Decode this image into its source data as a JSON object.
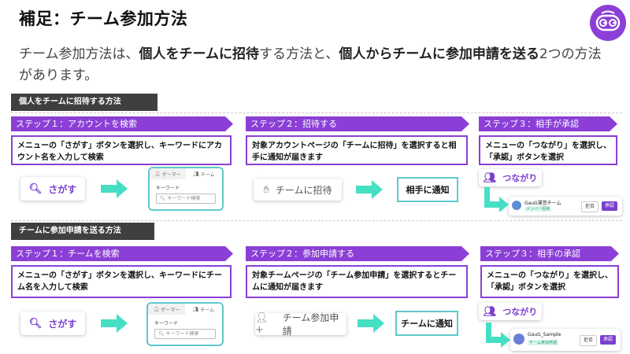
{
  "title": "補足：チーム参加方法",
  "intro": {
    "p1": "チーム参加方法は、",
    "b1": "個人をチームに招待",
    "p2": "する方法と、",
    "b2": "個人からチームに参加申請を送る",
    "p3": "2つの方法があります。"
  },
  "colors": {
    "purple": "#8b3fd6",
    "teal": "#5ec8cc",
    "arrow": "#45dfc4"
  },
  "section1": {
    "label": "個人をチームに招待する方法",
    "step1": {
      "header": "ステップ１：アカウントを検索",
      "desc": "メニューの「さがす」ボタンを選択し、キーワードにアカウント名を入力して検索",
      "button": "さがす",
      "button_icon": "search-icon",
      "mock": {
        "tab1": "ゲーマー",
        "tab2": "チーム",
        "label": "キーワード",
        "placeholder": "キーワード検索"
      }
    },
    "step2": {
      "header": "ステップ２：招待する",
      "desc": "対象アカウントページの「チームに招待」を選択すると相手に通知が届きます",
      "button": "チームに招待",
      "button_icon": "hand-icon",
      "result": "相手に通知"
    },
    "step3": {
      "header": "ステップ３：相手が承認",
      "desc": "メニューの「つながり」を選択し、「承認」ボタンを選択",
      "button": "つながり",
      "button_icon": "people-icon",
      "card": {
        "name": "GauG運営チーム",
        "tag": "メンバー招待",
        "btn1": "拒否",
        "btn2": "承認"
      }
    }
  },
  "section2": {
    "label": "チームに参加申請を送る方法",
    "step1": {
      "header": "ステップ１：チームを検索",
      "desc": "メニューの「さがす」ボタンを選択し、キーワードにチーム名を入力して検索",
      "button": "さがす",
      "button_icon": "search-icon",
      "mock": {
        "tab1": "ゲーマー",
        "tab2": "チーム",
        "label": "キーワード",
        "placeholder": "キーワード検索"
      }
    },
    "step2": {
      "header": "ステップ２：参加申請する",
      "desc": "対象チームページの「チーム参加申請」を選択するとチームに通知が届きます",
      "button": "チーム参加申請",
      "button_icon": "add-user-icon",
      "result": "チームに通知"
    },
    "step3": {
      "header": "ステップ３：相手の承認",
      "desc": "メニューの「つながり」を選択し、「承認」ボタンを選択",
      "button": "つながり",
      "button_icon": "people-icon",
      "card": {
        "name": "GauG_Sample",
        "tag": "チーム参加申請",
        "btn1": "拒否",
        "btn2": "承認"
      }
    }
  }
}
